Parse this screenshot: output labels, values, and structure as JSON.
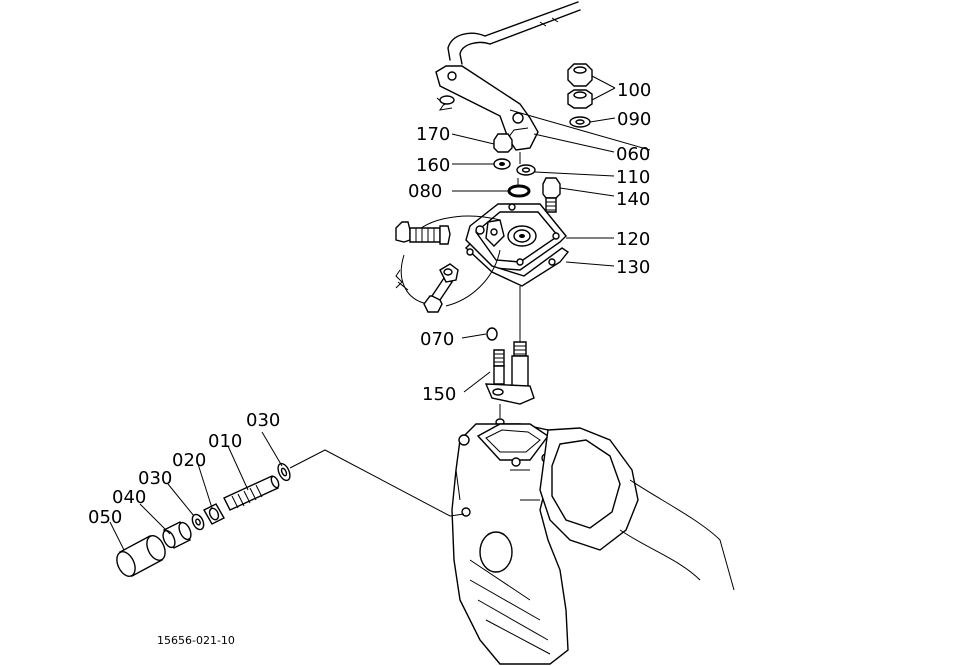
{
  "diagram": {
    "labels": [
      {
        "id": "p100",
        "text": "100"
      },
      {
        "id": "p090",
        "text": "090"
      },
      {
        "id": "p170",
        "text": "170"
      },
      {
        "id": "p060",
        "text": "060"
      },
      {
        "id": "p160",
        "text": "160"
      },
      {
        "id": "p110",
        "text": "110"
      },
      {
        "id": "p080",
        "text": "080"
      },
      {
        "id": "p140",
        "text": "140"
      },
      {
        "id": "p120",
        "text": "120"
      },
      {
        "id": "p130",
        "text": "130"
      },
      {
        "id": "p070",
        "text": "070"
      },
      {
        "id": "p150",
        "text": "150"
      },
      {
        "id": "p030a",
        "text": "030"
      },
      {
        "id": "p010",
        "text": "010"
      },
      {
        "id": "p020",
        "text": "020"
      },
      {
        "id": "p030b",
        "text": "030"
      },
      {
        "id": "p040",
        "text": "040"
      },
      {
        "id": "p050",
        "text": "050"
      }
    ],
    "drawing_code": "15656-021-10"
  }
}
